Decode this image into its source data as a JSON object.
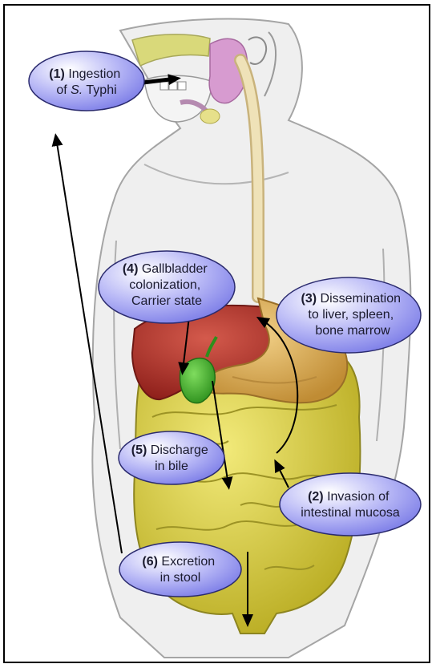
{
  "diagram": {
    "steps": [
      {
        "number": "(1)",
        "lines": [
          "Ingestion",
          "of"
        ],
        "italic": "S.",
        "tail": "Typhi"
      },
      {
        "number": "(2)",
        "lines": [
          "Invasion of",
          "intestinal mucosa"
        ]
      },
      {
        "number": "(3)",
        "lines": [
          "Dissemination",
          "to liver, spleen,",
          "bone marrow"
        ]
      },
      {
        "number": "(4)",
        "lines": [
          "Gallbladder",
          "colonization,",
          "Carrier state"
        ]
      },
      {
        "number": "(5)",
        "lines": [
          "Discharge",
          "in bile"
        ]
      },
      {
        "number": "(6)",
        "lines": [
          "Excretion",
          "in stool"
        ]
      }
    ],
    "colors": {
      "bubble_fill": "#8f90ee",
      "bubble_stroke": "#2b2b6e",
      "skin": "#ececec",
      "outline": "#9a9a9a",
      "liver": "#b8322a",
      "stomach": "#d9a84e",
      "gallbladder": "#3fae2a",
      "intestine": "#d8cf3a",
      "esophagus": "#ead9a8",
      "salivary": "#d79bd0",
      "arrow": "#000000"
    }
  }
}
